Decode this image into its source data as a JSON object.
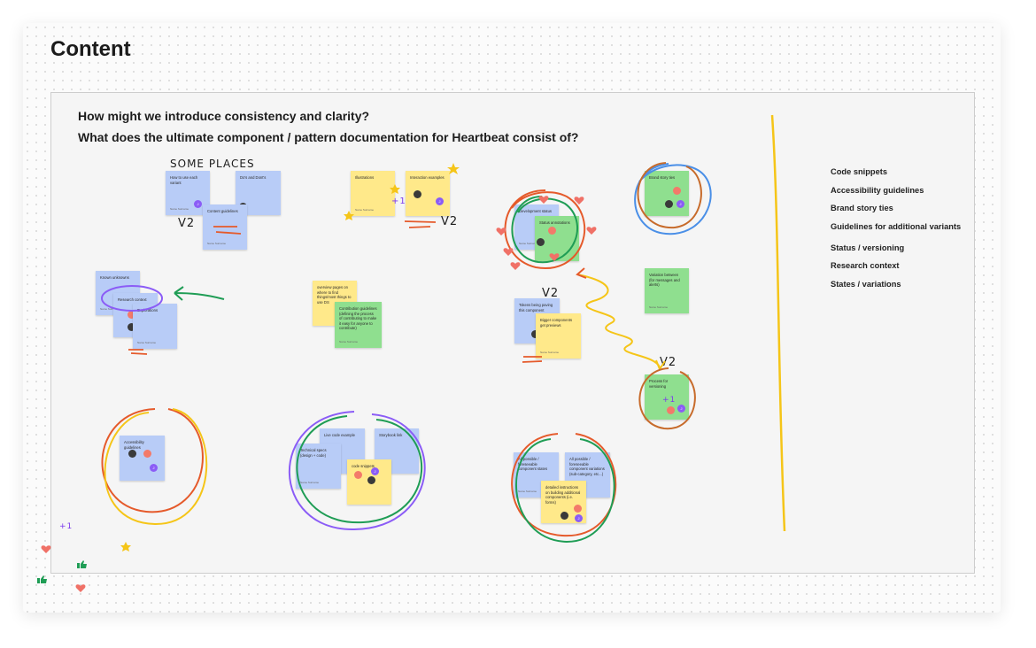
{
  "board": {
    "title": "Content",
    "questions": [
      "How might we introduce consistency and clarity?",
      "What does the ultimate component / pattern documentation for Heartbeat consist of?"
    ]
  },
  "side_list": [
    "Code snippets",
    "Accessibility guidelines",
    "Brand story ties",
    "Guidelines for additional variants",
    "Status / versioning",
    "Research context",
    "States / variations"
  ],
  "handwriting": {
    "some_places": "SOME PLACES",
    "v2": "V2",
    "plus_one": "+1"
  },
  "notes": {
    "how_to_use": "How to use each variant",
    "dos_donts": "Do's and Dont's",
    "content_guidelines": "Content guidelines",
    "illustrations": "Illustrations",
    "interaction_examples": "Interaction examples",
    "development_status": "Development status",
    "status_annotations": "Status annotations",
    "brand_story_ties": "Brand story ties",
    "known_unknowns": "Known unknowns",
    "research_context": "Research context",
    "explorations": "Explorations",
    "overview_pages": "overview pages on where to find things/most things to use DS",
    "contribution_guidelines": "Contribution guidelines (defining the process of contributing to make it easy for anyone to contribute)",
    "tokens_paving": "Tokens being paving this component",
    "bigger_components": "Bigger components get previews",
    "variation_between": "Variation between (for messages and alerts)",
    "process_versioning": "Process for versioning",
    "accessibility_guidelines": "Accessibility guidelines",
    "live_code_example": "Live code example",
    "storybook_link": "Storybook link",
    "technical_specs": "Technical specs (design + code)",
    "code_snippets": "code snippets",
    "all_possible_states": "All possible / foreseeable component states",
    "all_possible_variations": "All possible / foreseeable component variations (sub-category, etc...)",
    "detailed_instructions": "detailed instructions on building additional components (i.e. forms)",
    "author": "Name Surname"
  },
  "colors": {
    "blue_note": "#b8ccf7",
    "yellow_note": "#ffe98a",
    "green_note": "#8fdf8f",
    "purple": "#8b5cf6",
    "orange_red": "#e55a2b",
    "green_ink": "#1f9d55",
    "yellow_ink": "#f5c518",
    "blue_ink": "#4a8fe7",
    "heart": "#f07167"
  },
  "icons": [
    "heart-icon",
    "star-icon",
    "thumbs-up-icon",
    "arrow-icon"
  ]
}
